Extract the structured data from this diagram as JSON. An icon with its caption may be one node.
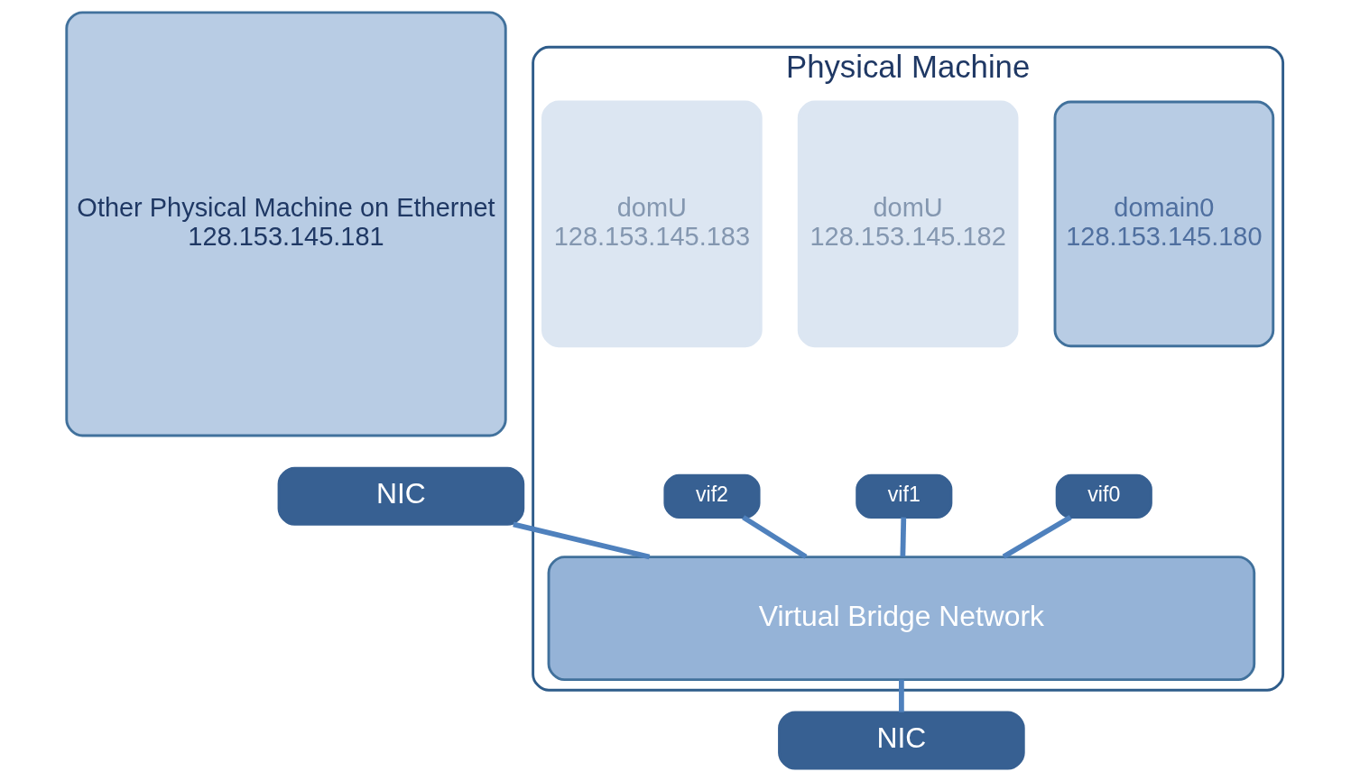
{
  "diagram": {
    "nodes": [
      {
        "text": [
          "Other Physical Machine on Ethernet",
          "128.153.145.181"
        ]
      },
      {
        "text": [
          "NIC"
        ]
      },
      {
        "text": [
          "Physical Machine"
        ]
      },
      {
        "text": [
          "domain0",
          "128.153.145.180"
        ],
        "in": 2
      },
      {
        "text": [
          "domU",
          "128.153.145.182"
        ],
        "in": 2
      },
      {
        "text": [
          "domU",
          "128.153.145.183"
        ],
        "in": 2
      },
      {
        "text": [
          "vif0"
        ],
        "in": 2
      },
      {
        "text": [
          "vif1"
        ],
        "in": 2
      },
      {
        "text": [
          "vif2"
        ],
        "in": 2
      },
      {
        "text": [
          "Virtual Bridge Network"
        ],
        "in": 2
      },
      {
        "text": [
          "NIC"
        ]
      }
    ],
    "edges": [
      {
        "from": 1,
        "to": 9,
        "arrow": "none"
      },
      {
        "from": 6,
        "to": 9,
        "arrow": "none"
      },
      {
        "from": 7,
        "to": 9,
        "arrow": "none"
      },
      {
        "from": 8,
        "to": 9,
        "arrow": "none"
      },
      {
        "from": 9,
        "to": 10,
        "arrow": "none"
      }
    ]
  }
}
